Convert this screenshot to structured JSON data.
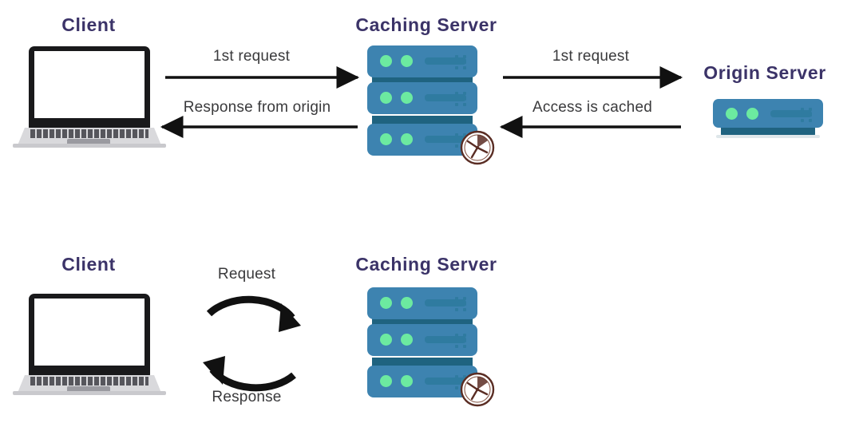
{
  "diagram": {
    "title_color": "#3b3368",
    "label_color": "#3a3a3c",
    "arrow_color": "#111111",
    "server_color": "#3d83b0",
    "server_dark_color": "#1f6380",
    "led_color": "#6ceaa0",
    "clock_color": "#5a2d24",
    "background": "#ffffff"
  },
  "top_flow": {
    "nodes": {
      "client": {
        "label": "Client",
        "icon": "laptop-icon"
      },
      "caching_server": {
        "label": "Caching Server",
        "icon": "server-rack-icon"
      },
      "origin_server": {
        "label": "Origin Server",
        "icon": "server-icon"
      }
    },
    "edges": [
      {
        "label": "1st request",
        "direction": "right",
        "from": "client",
        "to": "caching_server"
      },
      {
        "label": "Response from origin",
        "direction": "left",
        "from": "caching_server",
        "to": "client"
      },
      {
        "label": "1st request",
        "direction": "right",
        "from": "caching_server",
        "to": "origin_server"
      },
      {
        "label": "Access is cached",
        "direction": "left",
        "from": "origin_server",
        "to": "caching_server"
      }
    ]
  },
  "bottom_flow": {
    "nodes": {
      "client": {
        "label": "Client",
        "icon": "laptop-icon"
      },
      "caching_server": {
        "label": "Caching Server",
        "icon": "server-rack-icon"
      }
    },
    "edges": [
      {
        "label": "Request",
        "direction": "right",
        "from": "client",
        "to": "caching_server"
      },
      {
        "label": "Response",
        "direction": "left",
        "from": "caching_server",
        "to": "client"
      }
    ]
  },
  "badges": {
    "cache_timer": {
      "icon": "clock-icon",
      "count": 2
    }
  }
}
